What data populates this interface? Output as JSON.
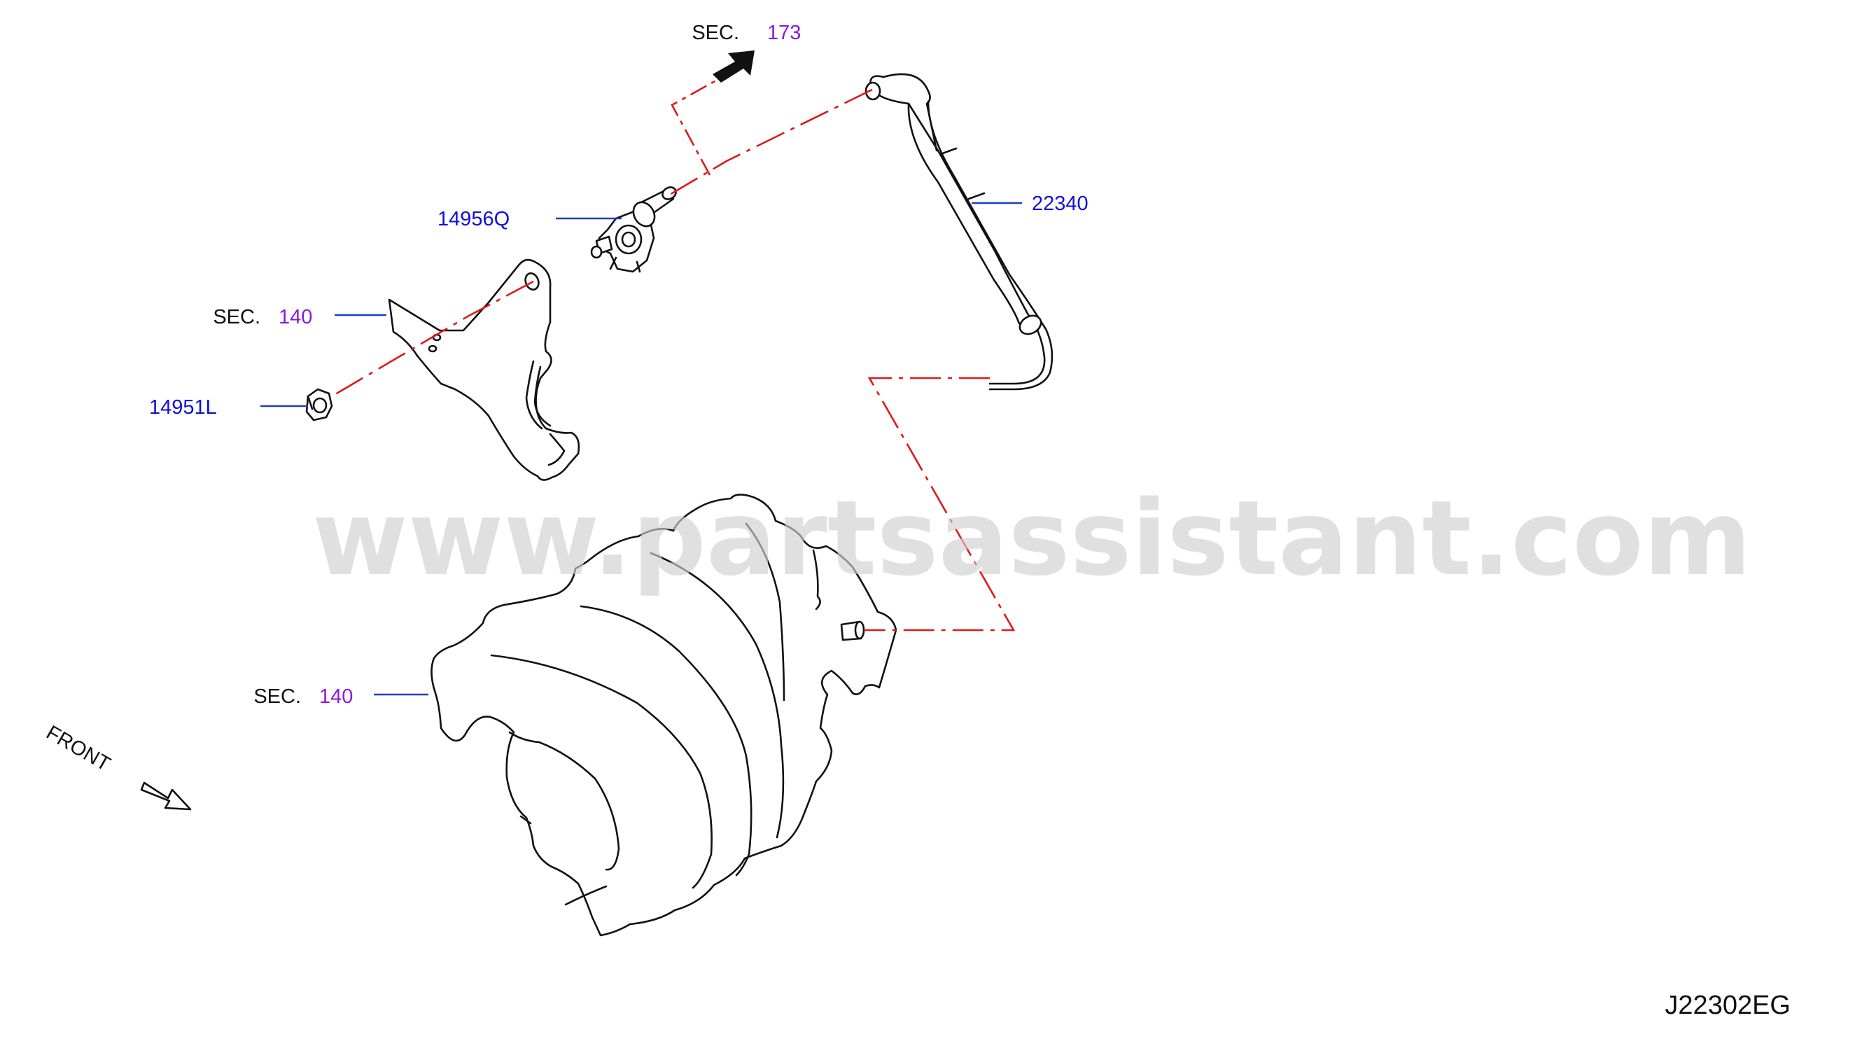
{
  "labels": {
    "sec_173": {
      "prefix": "SEC.",
      "number": "173"
    },
    "sec_140_bracket": {
      "prefix": "SEC.",
      "number": "140"
    },
    "sec_140_manifold": {
      "prefix": "SEC.",
      "number": "140"
    },
    "part_14956q": "14956Q",
    "part_22340": "22340",
    "part_14951l": "14951L"
  },
  "front_label": "FRONT",
  "watermark": "www.partsassistant.com",
  "diagram_code": "J22302EG",
  "colors": {
    "part_number": "#1010d8",
    "section_number": "#8a1ad8",
    "leader_line": "#1f3fbf",
    "phantom_line": "#e01818",
    "outline": "#111111"
  },
  "icons": {
    "sec_173_arrow": "bold-arrow-up-right-icon",
    "front_arrow": "outline-arrow-down-right-icon"
  }
}
